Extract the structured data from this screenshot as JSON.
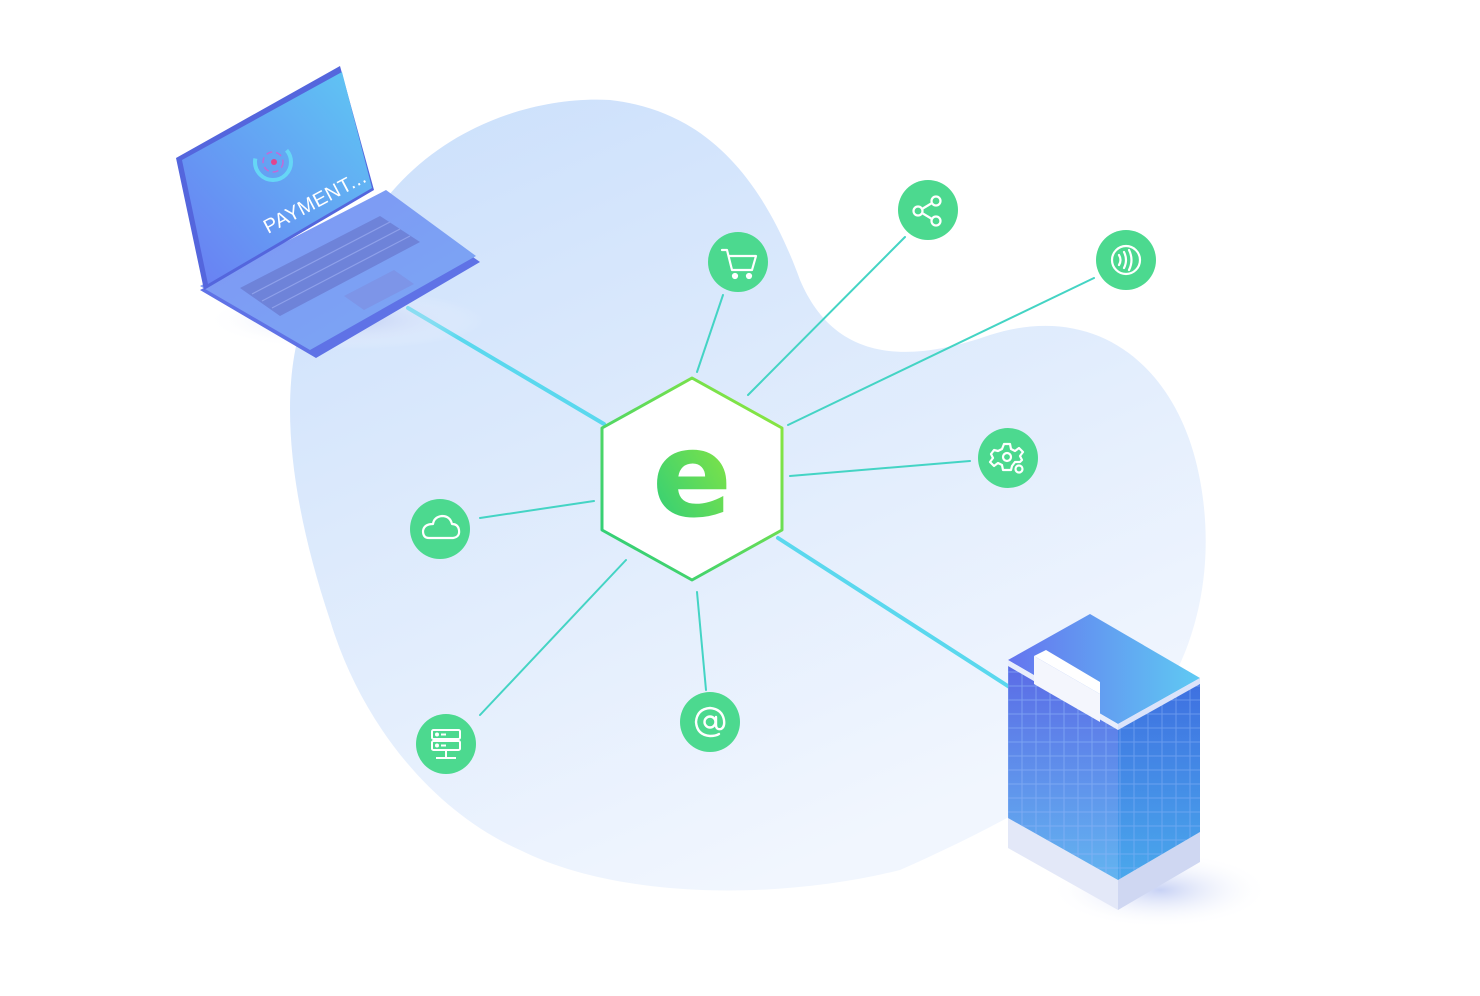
{
  "laptop": {
    "screen_text": "PAYMENT..."
  },
  "hub": {
    "letter": "e"
  },
  "nodes": [
    {
      "id": "cart",
      "icon": "shopping-cart-icon"
    },
    {
      "id": "share",
      "icon": "share-icon"
    },
    {
      "id": "contactless",
      "icon": "contactless-payment-icon"
    },
    {
      "id": "settings",
      "icon": "gear-settings-icon"
    },
    {
      "id": "email",
      "icon": "at-sign-icon"
    },
    {
      "id": "server",
      "icon": "server-icon"
    },
    {
      "id": "cloud",
      "icon": "cloud-icon"
    }
  ],
  "colors": {
    "node_fill": "#4cd98f",
    "link_line": "#44d4c4",
    "main_link": "#5ad8ee",
    "blob": "#d3e5fb",
    "hub_gradient_start": "#2dd07a",
    "hub_gradient_end": "#8ee83a",
    "device_blue": "#6a88f5",
    "device_cyan": "#5dc8f2"
  }
}
